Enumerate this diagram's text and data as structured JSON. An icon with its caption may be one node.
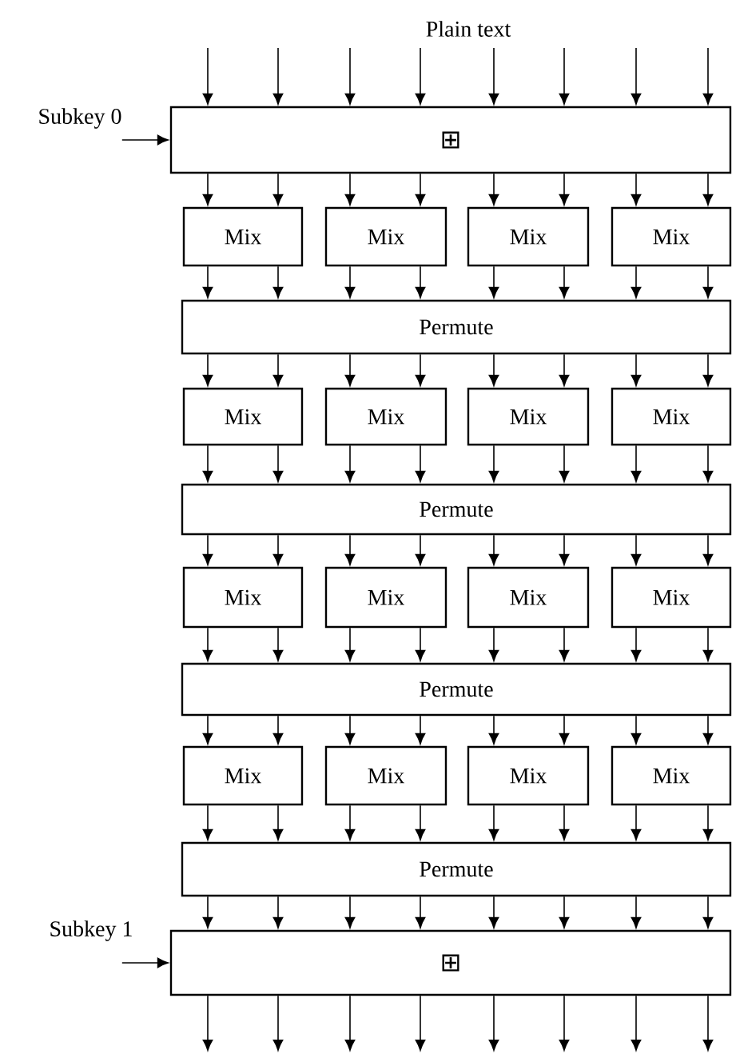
{
  "diagram": {
    "title": "Plain text",
    "nodes": [
      {
        "text": [
          "Subkey 0"
        ]
      },
      {
        "text": [
          "⊞"
        ]
      },
      {
        "text": [
          "Mix"
        ]
      },
      {
        "text": [
          "Mix"
        ]
      },
      {
        "text": [
          "Mix"
        ]
      },
      {
        "text": [
          "Mix"
        ]
      },
      {
        "text": [
          "Permute"
        ]
      },
      {
        "text": [
          "Mix"
        ]
      },
      {
        "text": [
          "Mix"
        ]
      },
      {
        "text": [
          "Mix"
        ]
      },
      {
        "text": [
          "Mix"
        ]
      },
      {
        "text": [
          "Permute"
        ]
      },
      {
        "text": [
          "Mix"
        ]
      },
      {
        "text": [
          "Mix"
        ]
      },
      {
        "text": [
          "Mix"
        ]
      },
      {
        "text": [
          "Mix"
        ]
      },
      {
        "text": [
          "Permute"
        ]
      },
      {
        "text": [
          "Mix"
        ]
      },
      {
        "text": [
          "Mix"
        ]
      },
      {
        "text": [
          "Mix"
        ]
      },
      {
        "text": [
          "Mix"
        ]
      },
      {
        "text": [
          "Permute"
        ]
      },
      {
        "text": [
          "Subkey 1"
        ]
      },
      {
        "text": [
          "⊞"
        ]
      }
    ],
    "edges": [
      {
        "from": null,
        "to": 1,
        "arrow": "to"
      },
      {
        "from": null,
        "to": 1,
        "arrow": "to"
      },
      {
        "from": null,
        "to": 1,
        "arrow": "to"
      },
      {
        "from": null,
        "to": 1,
        "arrow": "to"
      },
      {
        "from": null,
        "to": 1,
        "arrow": "to"
      },
      {
        "from": null,
        "to": 1,
        "arrow": "to"
      },
      {
        "from": null,
        "to": 1,
        "arrow": "to"
      },
      {
        "from": null,
        "to": 1,
        "arrow": "to"
      },
      {
        "from": 0,
        "to": 1,
        "arrow": "to"
      },
      {
        "from": 1,
        "to": 2,
        "arrow": "to"
      },
      {
        "from": 1,
        "to": 2,
        "arrow": "to"
      },
      {
        "from": 1,
        "to": 3,
        "arrow": "to"
      },
      {
        "from": 1,
        "to": 3,
        "arrow": "to"
      },
      {
        "from": 1,
        "to": 4,
        "arrow": "to"
      },
      {
        "from": 1,
        "to": 4,
        "arrow": "to"
      },
      {
        "from": 1,
        "to": 5,
        "arrow": "to"
      },
      {
        "from": 1,
        "to": 5,
        "arrow": "to"
      },
      {
        "from": 2,
        "to": 6,
        "arrow": "to"
      },
      {
        "from": 2,
        "to": 6,
        "arrow": "to"
      },
      {
        "from": 3,
        "to": 6,
        "arrow": "to"
      },
      {
        "from": 3,
        "to": 6,
        "arrow": "to"
      },
      {
        "from": 4,
        "to": 6,
        "arrow": "to"
      },
      {
        "from": 4,
        "to": 6,
        "arrow": "to"
      },
      {
        "from": 5,
        "to": 6,
        "arrow": "to"
      },
      {
        "from": 5,
        "to": 6,
        "arrow": "to"
      },
      {
        "from": 6,
        "to": 7,
        "arrow": "to"
      },
      {
        "from": 6,
        "to": 7,
        "arrow": "to"
      },
      {
        "from": 6,
        "to": 8,
        "arrow": "to"
      },
      {
        "from": 6,
        "to": 8,
        "arrow": "to"
      },
      {
        "from": 6,
        "to": 9,
        "arrow": "to"
      },
      {
        "from": 6,
        "to": 9,
        "arrow": "to"
      },
      {
        "from": 6,
        "to": 10,
        "arrow": "to"
      },
      {
        "from": 6,
        "to": 10,
        "arrow": "to"
      },
      {
        "from": 7,
        "to": 11,
        "arrow": "to"
      },
      {
        "from": 7,
        "to": 11,
        "arrow": "to"
      },
      {
        "from": 8,
        "to": 11,
        "arrow": "to"
      },
      {
        "from": 8,
        "to": 11,
        "arrow": "to"
      },
      {
        "from": 9,
        "to": 11,
        "arrow": "to"
      },
      {
        "from": 9,
        "to": 11,
        "arrow": "to"
      },
      {
        "from": 10,
        "to": 11,
        "arrow": "to"
      },
      {
        "from": 10,
        "to": 11,
        "arrow": "to"
      },
      {
        "from": 11,
        "to": 12,
        "arrow": "to"
      },
      {
        "from": 11,
        "to": 12,
        "arrow": "to"
      },
      {
        "from": 11,
        "to": 13,
        "arrow": "to"
      },
      {
        "from": 11,
        "to": 13,
        "arrow": "to"
      },
      {
        "from": 11,
        "to": 14,
        "arrow": "to"
      },
      {
        "from": 11,
        "to": 14,
        "arrow": "to"
      },
      {
        "from": 11,
        "to": 15,
        "arrow": "to"
      },
      {
        "from": 11,
        "to": 15,
        "arrow": "to"
      },
      {
        "from": 12,
        "to": 16,
        "arrow": "to"
      },
      {
        "from": 12,
        "to": 16,
        "arrow": "to"
      },
      {
        "from": 13,
        "to": 16,
        "arrow": "to"
      },
      {
        "from": 13,
        "to": 16,
        "arrow": "to"
      },
      {
        "from": 14,
        "to": 16,
        "arrow": "to"
      },
      {
        "from": 14,
        "to": 16,
        "arrow": "to"
      },
      {
        "from": 15,
        "to": 16,
        "arrow": "to"
      },
      {
        "from": 15,
        "to": 16,
        "arrow": "to"
      },
      {
        "from": 16,
        "to": 17,
        "arrow": "to"
      },
      {
        "from": 16,
        "to": 17,
        "arrow": "to"
      },
      {
        "from": 16,
        "to": 18,
        "arrow": "to"
      },
      {
        "from": 16,
        "to": 18,
        "arrow": "to"
      },
      {
        "from": 16,
        "to": 19,
        "arrow": "to"
      },
      {
        "from": 16,
        "to": 19,
        "arrow": "to"
      },
      {
        "from": 16,
        "to": 20,
        "arrow": "to"
      },
      {
        "from": 16,
        "to": 20,
        "arrow": "to"
      },
      {
        "from": 17,
        "to": 21,
        "arrow": "to"
      },
      {
        "from": 17,
        "to": 21,
        "arrow": "to"
      },
      {
        "from": 18,
        "to": 21,
        "arrow": "to"
      },
      {
        "from": 18,
        "to": 21,
        "arrow": "to"
      },
      {
        "from": 19,
        "to": 21,
        "arrow": "to"
      },
      {
        "from": 19,
        "to": 21,
        "arrow": "to"
      },
      {
        "from": 20,
        "to": 21,
        "arrow": "to"
      },
      {
        "from": 20,
        "to": 21,
        "arrow": "to"
      },
      {
        "from": 21,
        "to": 23,
        "arrow": "to"
      },
      {
        "from": 21,
        "to": 23,
        "arrow": "to"
      },
      {
        "from": 21,
        "to": 23,
        "arrow": "to"
      },
      {
        "from": 21,
        "to": 23,
        "arrow": "to"
      },
      {
        "from": 21,
        "to": 23,
        "arrow": "to"
      },
      {
        "from": 21,
        "to": 23,
        "arrow": "to"
      },
      {
        "from": 21,
        "to": 23,
        "arrow": "to"
      },
      {
        "from": 21,
        "to": 23,
        "arrow": "to"
      },
      {
        "from": 22,
        "to": 23,
        "arrow": "to"
      },
      {
        "from": 23,
        "to": null,
        "arrow": "to"
      },
      {
        "from": 23,
        "to": null,
        "arrow": "to"
      },
      {
        "from": 23,
        "to": null,
        "arrow": "to"
      },
      {
        "from": 23,
        "to": null,
        "arrow": "to"
      },
      {
        "from": 23,
        "to": null,
        "arrow": "to"
      },
      {
        "from": 23,
        "to": null,
        "arrow": "to"
      },
      {
        "from": 23,
        "to": null,
        "arrow": "to"
      },
      {
        "from": 23,
        "to": null,
        "arrow": "to"
      }
    ]
  }
}
